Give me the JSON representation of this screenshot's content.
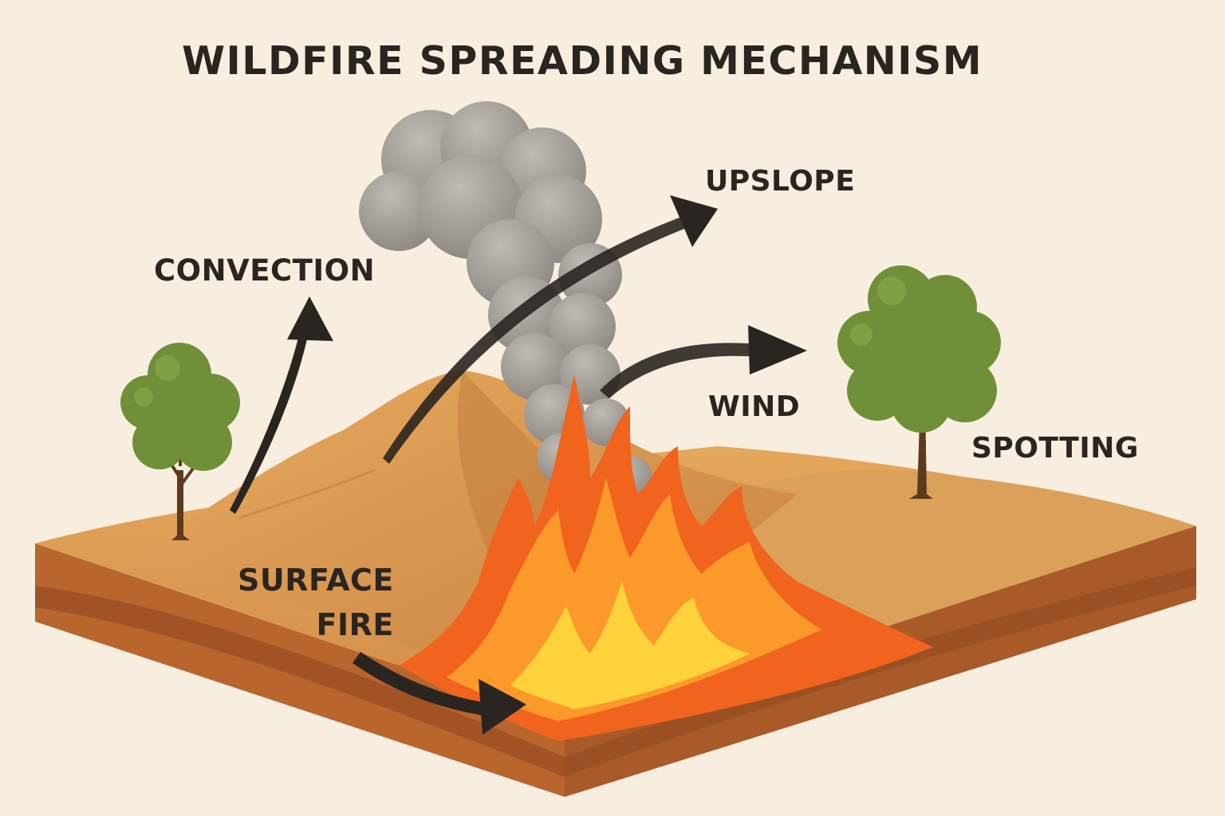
{
  "title": "WILDFIRE SPREADING MECHANISM",
  "labels": {
    "convection": "CONVECTION",
    "upslope": "UPSLOPE",
    "wind": "WIND",
    "spotting": "SPOTTING",
    "surface_line1": "SURFACE",
    "surface_line2": "FIRE"
  },
  "colors": {
    "background": "#f8eee0",
    "terrain_top": "#d99a52",
    "terrain_side": "#b8652e",
    "terrain_dark": "#8e4520",
    "flame_outer": "#f0641e",
    "flame_mid": "#fb9a2a",
    "flame_inner": "#fdd23a",
    "smoke": "#9c9791",
    "tree_leaf": "#6f9038",
    "trunk": "#5e3a1c",
    "arrow": "#2b2521",
    "text": "#2b2521"
  },
  "icons": [
    "tree-icon",
    "flame-icon",
    "smoke-icon",
    "arrow-icon"
  ]
}
